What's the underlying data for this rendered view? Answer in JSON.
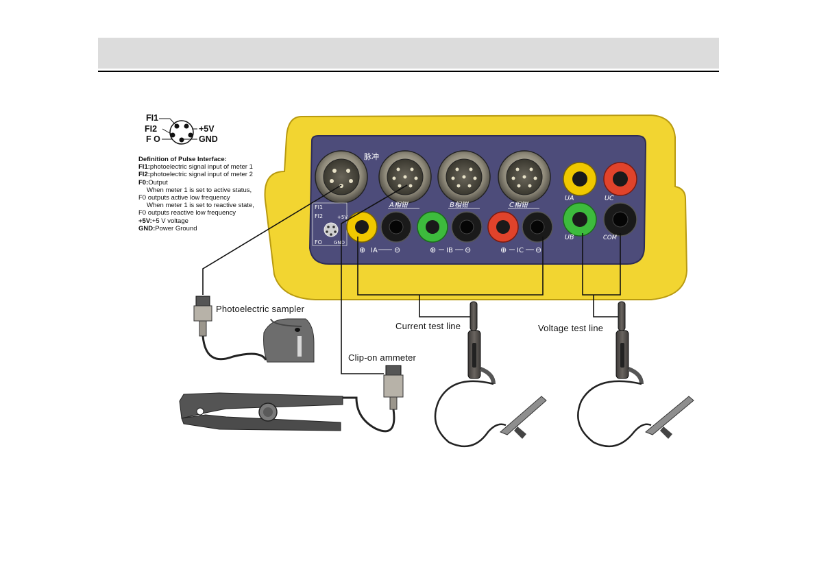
{
  "pin_diagram": {
    "fi1": "FI1",
    "fi2": "FI2",
    "fo": "F O",
    "plus5v": "+5V",
    "gnd": "GND"
  },
  "legend": {
    "title": "Definition of Pulse Interface:",
    "lines": [
      {
        "key": "FI1:",
        "text": "photoelectric signal input of meter 1"
      },
      {
        "key": "FI2:",
        "text": "photoelectric signal input of meter 2"
      },
      {
        "key": "F0:",
        "text": "Output"
      },
      {
        "key": "",
        "text": "When meter 1 is set to active status,"
      },
      {
        "key": "",
        "text": "F0 outputs active low frequency"
      },
      {
        "key": "",
        "text": "When meter 1 is set to reactive state,"
      },
      {
        "key": "",
        "text": "F0 outputs reactive low frequency"
      },
      {
        "key": "+5V:",
        "text": "+5 V voltage"
      },
      {
        "key": "GND:",
        "text": "Power Ground"
      }
    ]
  },
  "device": {
    "pulse_label": "脉冲",
    "clamp_labels": [
      "A相钳",
      "B相钳",
      "C相钳"
    ],
    "current_groups": [
      "IA",
      "IB",
      "IC"
    ],
    "voltage_labels": [
      "UA",
      "UC",
      "UB",
      "COM"
    ],
    "mini_port_labels": [
      "FI1",
      "FI2",
      "FO",
      "GND",
      "+5V"
    ],
    "plus_sign": "⊕",
    "minus_sign": "⊖"
  },
  "callouts": {
    "photoelectric_sampler": "Photoelectric sampler",
    "clip_on_ammeter": "Clip-on ammeter",
    "current_test_line": "Current test line",
    "voltage_test_line": "Voltage test line"
  },
  "colors": {
    "header_bar": "#dcdcdc",
    "device_body": "#f2d531",
    "panel": "#4d4c7a",
    "jack_yellow": "#f0c800",
    "jack_green": "#3dbb3d",
    "jack_red": "#e0432b",
    "jack_black": "#1a1a1a"
  }
}
